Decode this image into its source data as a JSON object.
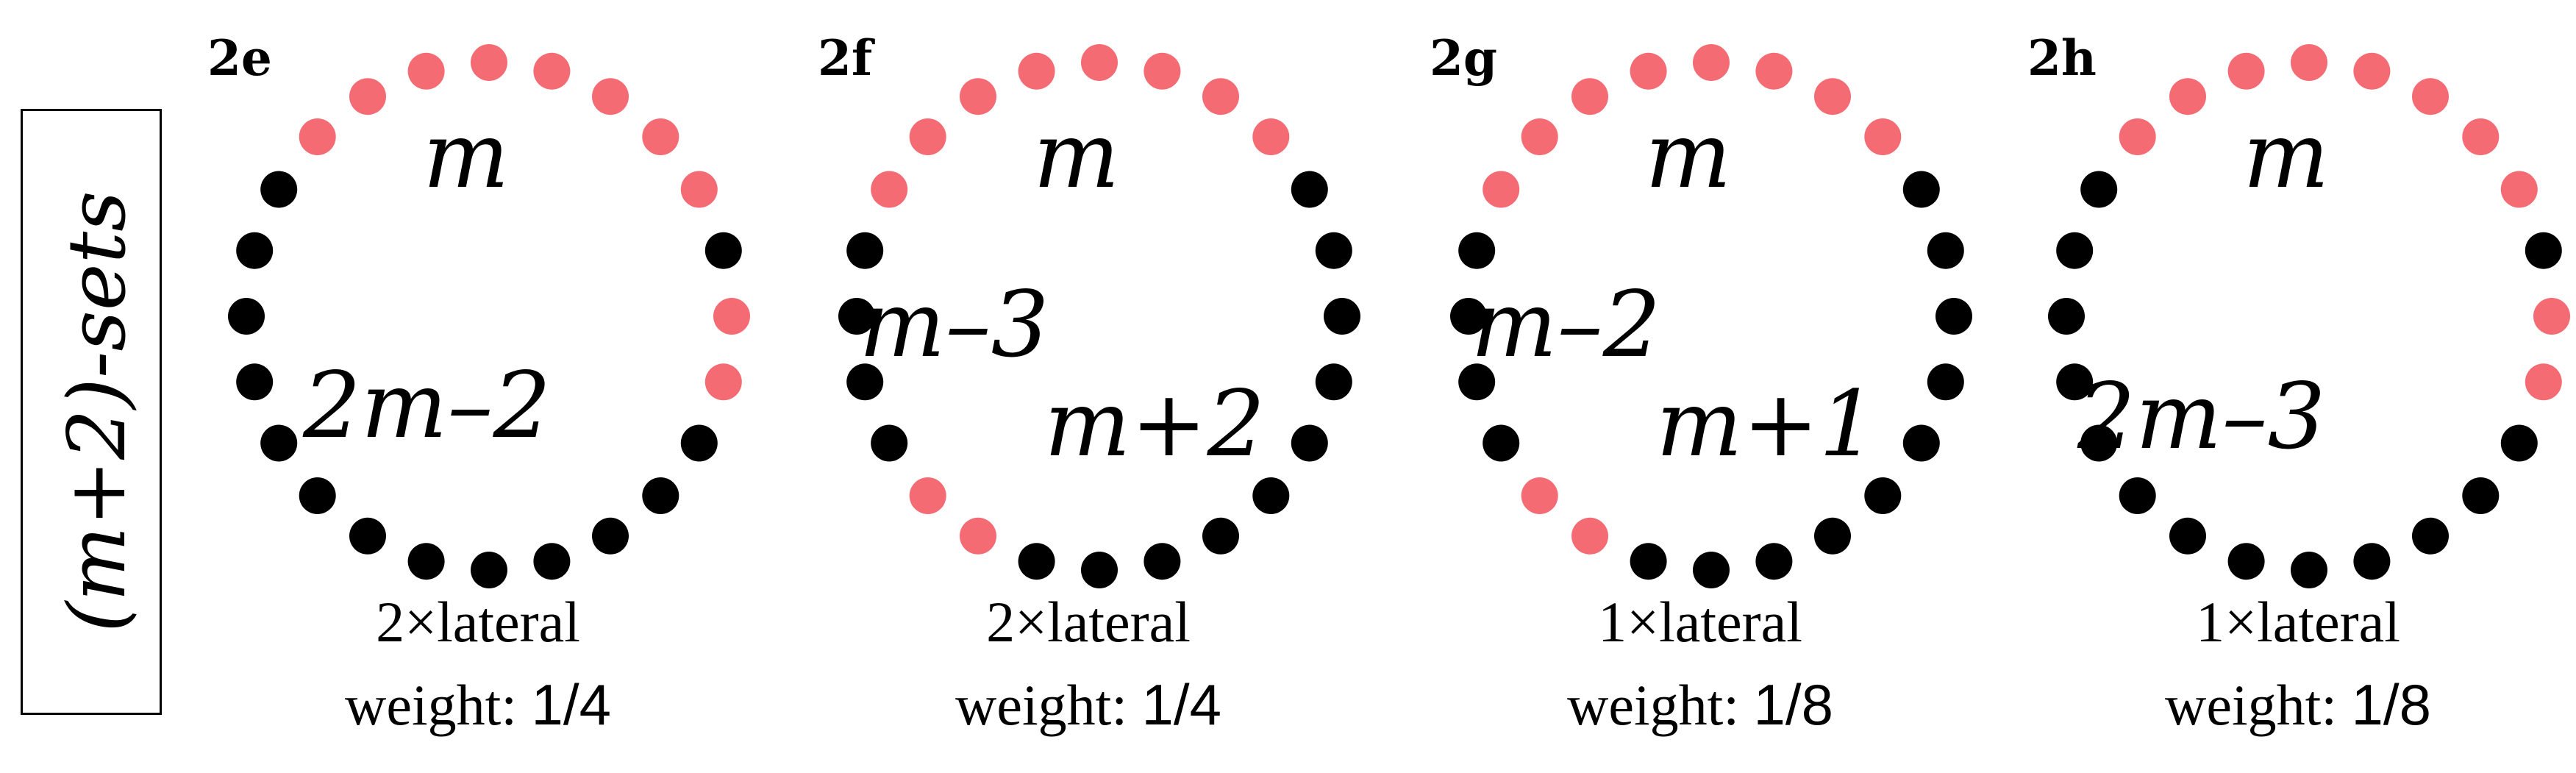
{
  "section_label": "(m+2)-sets",
  "colors": {
    "black_dot": "#000000",
    "pink_dot": "#f46b73"
  },
  "panels": [
    {
      "id": "2e",
      "labels": [
        "m",
        "2m–2"
      ],
      "lateral": "2×lateral",
      "weight_prefix": "weight: ",
      "weight_value": "1/4"
    },
    {
      "id": "2f",
      "labels": [
        "m",
        "m–3",
        "m+2"
      ],
      "lateral": "2×lateral",
      "weight_prefix": "weight: ",
      "weight_value": "1/4"
    },
    {
      "id": "2g",
      "labels": [
        "m",
        "m–2",
        "m+1"
      ],
      "lateral": "1×lateral",
      "weight_prefix": "weight: ",
      "weight_value": "1/8"
    },
    {
      "id": "2h",
      "labels": [
        "m",
        "2m–3"
      ],
      "lateral": "1×lateral",
      "weight_prefix": "weight: ",
      "weight_value": "1/8"
    }
  ]
}
